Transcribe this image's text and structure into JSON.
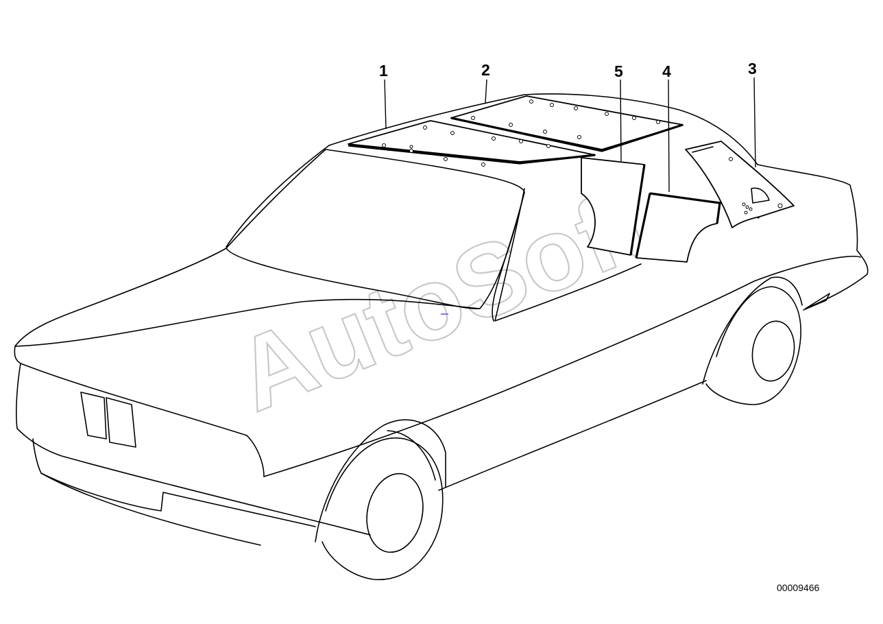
{
  "callouts": [
    {
      "id": "1",
      "label": "1"
    },
    {
      "id": "2",
      "label": "2"
    },
    {
      "id": "3",
      "label": "3"
    },
    {
      "id": "4",
      "label": "4"
    },
    {
      "id": "5",
      "label": "5"
    }
  ],
  "document_number": "00009466",
  "watermark": "AutoSoft",
  "colors": {
    "line": "#000000",
    "watermark": "#c8c8c8",
    "background": "#ffffff"
  }
}
